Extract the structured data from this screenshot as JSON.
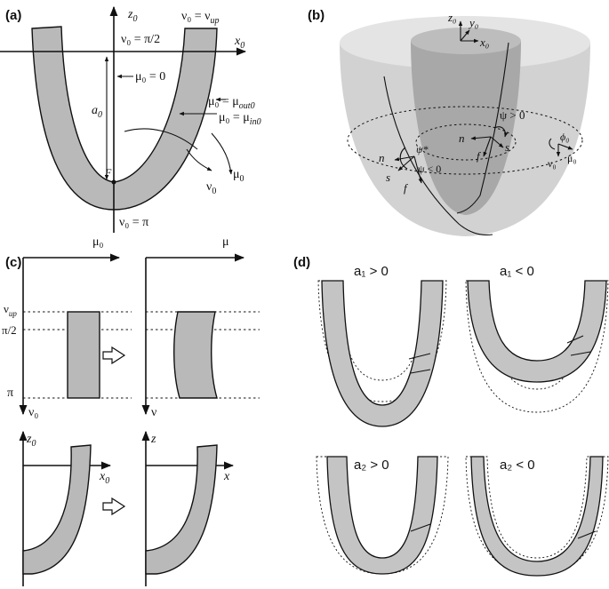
{
  "panels": {
    "a": "(a)",
    "b": "(b)",
    "c": "(c)",
    "d": "(d)"
  },
  "panel_a": {
    "z0": "z",
    "z0_sub": "0",
    "x0": "x",
    "x0_sub": "0",
    "nu_up": "ν₀ = ν",
    "nu_up_sub": "up",
    "nu_half": "ν₀ = π/2",
    "mu_zero": "μ₀ = 0",
    "mu_out": "μ₀ = μ",
    "mu_out_sub": "out0",
    "mu_in": "μ₀ = μ",
    "mu_in_sub": "in0",
    "a0": "a",
    "a0_sub": "0",
    "F": "F",
    "nu0": "ν",
    "nu0_sub": "0",
    "mu0": "μ",
    "mu0_sub": "0",
    "nu_pi": "ν₀ = π"
  },
  "panel_b": {
    "z0": "z₀",
    "y0": "y₀",
    "x0": "x₀",
    "psi_pos": "ψ > 0",
    "psi_neg": "ψ < 0",
    "psi_star": "ψ*",
    "n": "n",
    "s": "s",
    "f": "f",
    "phi0": "ϕ₀",
    "nu0": "ν₀",
    "mu0": "μ₀"
  },
  "panel_c": {
    "mu0": "μ₀",
    "mu": "μ",
    "nu_up": "ν",
    "nu_up_sub": "up",
    "pi_half": "π/2",
    "pi": "π",
    "nu0": "ν₀",
    "nu": "ν",
    "z0": "z",
    "z0_sub": "0",
    "x0": "x",
    "x0_sub": "0",
    "z": "z",
    "x": "x"
  },
  "panel_d": {
    "a1_pos": "a₁ > 0",
    "a1_neg": "a₁ < 0",
    "a2_pos": "a₂ > 0",
    "a2_neg": "a₂ < 0"
  }
}
